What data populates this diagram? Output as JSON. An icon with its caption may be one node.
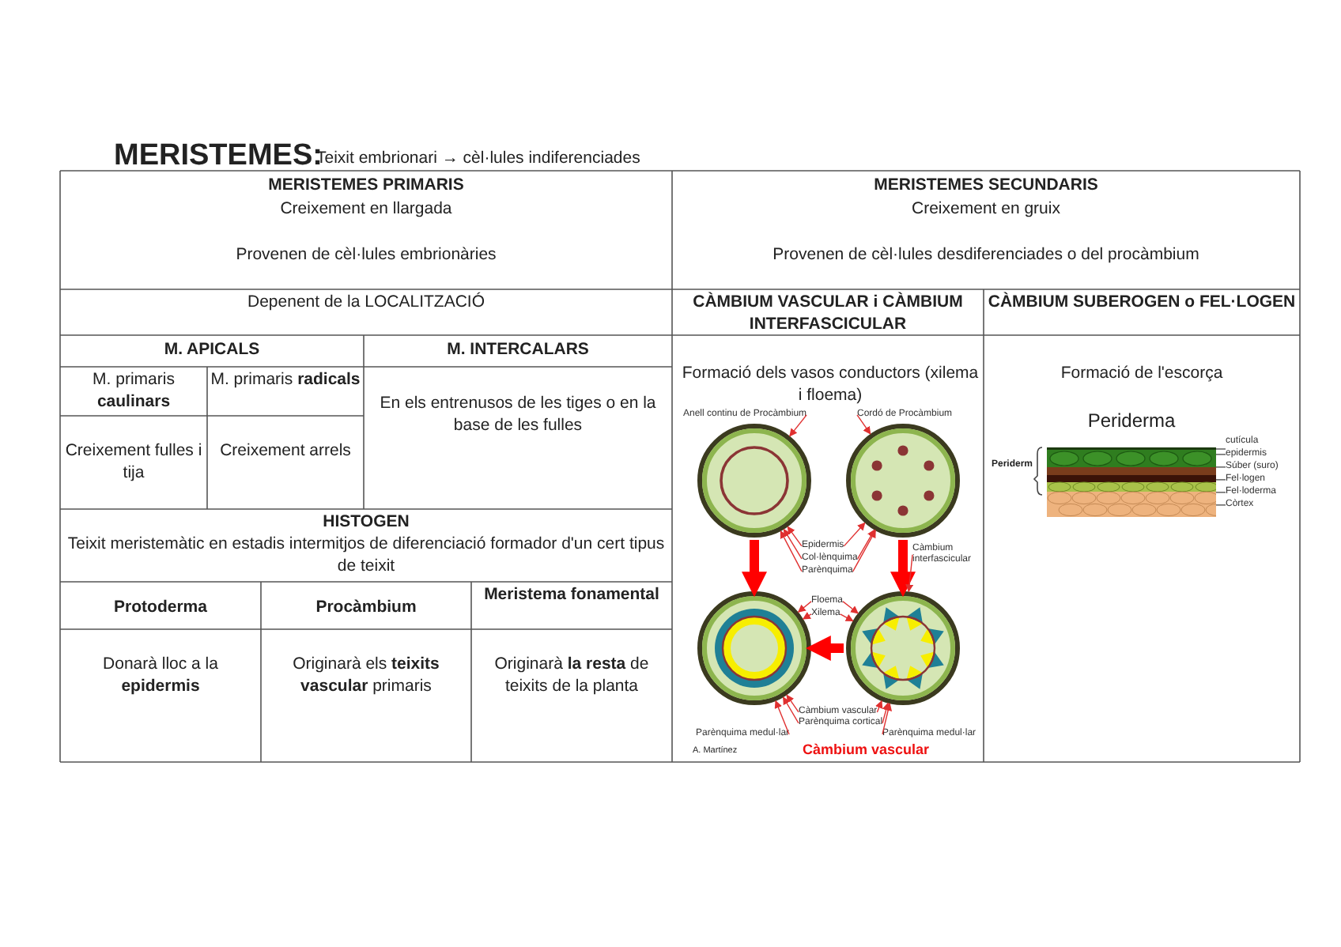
{
  "diagram": {
    "title": "MERISTEMES:",
    "nodes": [
      {
        "text": [],
        "shape": "picture"
      },
      {
        "text": [],
        "shape": "picture"
      },
      {
        "text": [],
        "shape": "picture"
      },
      {
        "text": [],
        "shape": "picture"
      },
      {
        "text": [
          "Anell continu de Procàmbium"
        ]
      },
      {
        "text": [
          "Cordó de Procàmbium"
        ]
      },
      {
        "text": [
          "Epidermis"
        ]
      },
      {
        "text": [
          "Col·lènquima"
        ]
      },
      {
        "text": [
          "Parènquima"
        ]
      },
      {
        "text": [
          "Càmbium interfascicular"
        ]
      },
      {
        "text": [
          "Floema"
        ]
      },
      {
        "text": [
          "Xilema"
        ]
      },
      {
        "text": [
          "Càmbium vascular"
        ]
      },
      {
        "text": [
          "Parènquima cortical"
        ]
      },
      {
        "text": [
          "Parènquima medul·lar"
        ]
      },
      {
        "text": [
          "Parènquima medul·lar"
        ]
      },
      {
        "text": [],
        "shape": "picture",
        "beside": [
          "Periderma"
        ]
      },
      {
        "text": [
          "cutícula"
        ]
      },
      {
        "text": [
          "epidermis"
        ]
      },
      {
        "text": [
          "Súber (suro)"
        ]
      },
      {
        "text": [
          "Fel·logen"
        ]
      },
      {
        "text": [
          "Fel·loderma"
        ]
      },
      {
        "text": [
          "Còrtex"
        ]
      }
    ],
    "edges": [
      {
        "from": 0,
        "to": 2,
        "arrow": "to",
        "style": "thick",
        "color": "#ff0000"
      },
      {
        "from": 1,
        "to": 3,
        "arrow": "to",
        "style": "thick",
        "color": "#ff0000"
      },
      {
        "from": 3,
        "to": 2,
        "arrow": "to",
        "style": "thick",
        "color": "#ff0000"
      },
      {
        "from": 4,
        "to": 0,
        "arrow": "to",
        "color": "#e03030"
      },
      {
        "from": 5,
        "to": 1,
        "arrow": "to",
        "color": "#e03030"
      },
      {
        "from": 6,
        "to": 0,
        "arrow": "to",
        "color": "#e03030"
      },
      {
        "from": 6,
        "to": 1,
        "arrow": "to",
        "color": "#e03030"
      },
      {
        "from": 7,
        "to": 0,
        "arrow": "to",
        "color": "#e03030"
      },
      {
        "from": 7,
        "to": 1,
        "arrow": "to",
        "color": "#e03030"
      },
      {
        "from": 8,
        "to": 0,
        "arrow": "to",
        "color": "#e03030"
      },
      {
        "from": 8,
        "to": 1,
        "arrow": "to",
        "color": "#e03030"
      },
      {
        "from": 9,
        "to": 3,
        "arrow": "to",
        "color": "#e03030"
      },
      {
        "from": 10,
        "to": 2,
        "arrow": "to",
        "color": "#e03030"
      },
      {
        "from": 10,
        "to": 3,
        "arrow": "to",
        "color": "#e03030"
      },
      {
        "from": 11,
        "to": 2,
        "arrow": "to",
        "color": "#e03030"
      },
      {
        "from": 11,
        "to": 3,
        "arrow": "to",
        "color": "#e03030"
      },
      {
        "from": 12,
        "to": 2,
        "arrow": "to",
        "color": "#e03030"
      },
      {
        "from": 12,
        "to": 3,
        "arrow": "to",
        "color": "#e03030"
      },
      {
        "from": 13,
        "to": 2,
        "arrow": "to",
        "color": "#e03030"
      },
      {
        "from": 13,
        "to": 3,
        "arrow": "to",
        "color": "#e03030"
      },
      {
        "from": 14,
        "to": 2,
        "arrow": "to",
        "color": "#e03030"
      },
      {
        "from": 15,
        "to": 3,
        "arrow": "to",
        "color": "#e03030"
      },
      {
        "from": 17,
        "to": 16,
        "arrow": "none",
        "color": "#555555"
      },
      {
        "from": 18,
        "to": 16,
        "arrow": "none",
        "color": "#555555"
      },
      {
        "from": 19,
        "to": 16,
        "arrow": "none",
        "color": "#555555"
      },
      {
        "from": 20,
        "to": 16,
        "arrow": "none",
        "color": "#555555"
      },
      {
        "from": 21,
        "to": 16,
        "arrow": "none",
        "color": "#555555"
      },
      {
        "from": 22,
        "to": 16,
        "arrow": "none",
        "color": "#555555"
      }
    ],
    "labels": [
      "Teixit embrionari → cèl·lules indiferenciades",
      "MERISTEMES PRIMARIS",
      "Creixement en llargada",
      "Provenen de cèl·lules embrionàries",
      "MERISTEMES SECUNDARIS",
      "Creixement en gruix",
      "Provenen de cèl·lules desdiferenciades o del procàmbium",
      "Depenent de la LOCALITZACIÓ",
      "CÀMBIUM VASCULAR i CÀMBIUM INTERFASCICULAR",
      "CÀMBIUM SUBEROGEN o FEL·LOGEN",
      "M. APICALS",
      "M. INTERCALARS",
      "Formació dels vasos conductors (xilema i floema)",
      "Formació de l'escorça",
      "M. primaris **caulinars**",
      "M. primaris **radicals**",
      "En els entrenusos de les tiges o en la base de les fulles",
      "Creixement fulles i tija",
      "Creixement arrels",
      "HISTOGEN",
      "Teixit meristemàtic en estadis intermitjos de diferenciació formador d'un cert tipus de teixit",
      "Protoderma",
      "Procàmbium",
      "Meristema fonamental",
      "Donarà lloc a la **epidermis**",
      "Originarà els **teixits vascular** primaris",
      "Originarà **la resta** de teixits de la planta",
      "Càmbium vascular",
      "A. Martínez",
      "Periderm"
    ]
  }
}
